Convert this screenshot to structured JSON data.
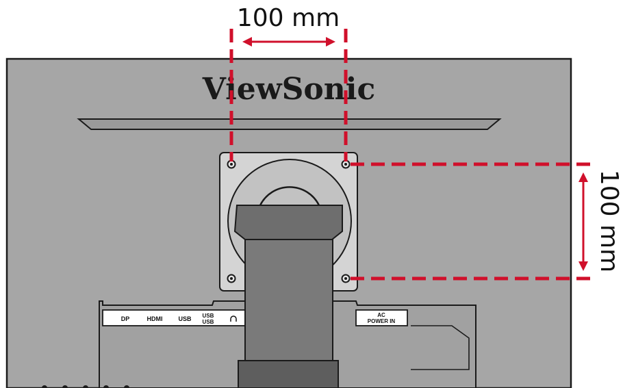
{
  "brand": {
    "name": "ViewSonic"
  },
  "dimensions": {
    "horizontal_label": "100 mm",
    "vertical_label": "100 mm"
  },
  "ports": {
    "dp": "DP",
    "hdmi": "HDMI",
    "usb": "USB",
    "usb_stack_top": "USB",
    "usb_stack_bottom": "USB",
    "ac_top": "AC",
    "ac_bottom": "POWER IN"
  },
  "colors": {
    "background": "#ffffff",
    "monitor_body": "#a6a6a6",
    "outline": "#1a1a1a",
    "vesa_plate": "#d4d4d4",
    "stand": "#7a7a7a",
    "stand_dark": "#5e5e5e",
    "dimension_red": "#d0102b"
  }
}
